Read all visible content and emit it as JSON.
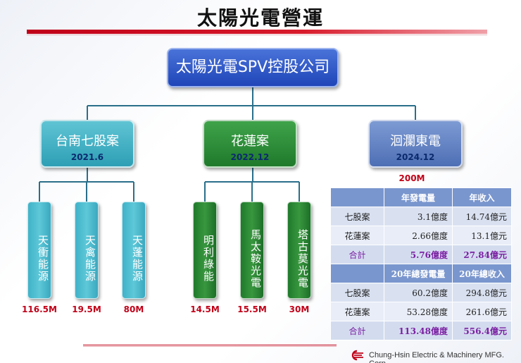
{
  "title": "太陽光電營運",
  "root": {
    "label": "太陽光電SPV控股公司"
  },
  "subsidiaries": [
    {
      "name": "台南七股案",
      "date": "2021.6"
    },
    {
      "name": "花蓮案",
      "date": "2022.12"
    },
    {
      "name": "洄瀾東電",
      "date": "2024.12",
      "capacity": "200M"
    }
  ],
  "plants": [
    {
      "name": "天衝能源",
      "capacity": "116.5M"
    },
    {
      "name": "天禽能源",
      "capacity": "19.5M"
    },
    {
      "name": "天蓬能源",
      "capacity": "80M"
    },
    {
      "name": "明利綠能",
      "capacity": "14.5M"
    },
    {
      "name": "馬太鞍光電",
      "capacity": "15.5M"
    },
    {
      "name": "塔古莫光電",
      "capacity": "30M"
    }
  ],
  "table": {
    "header1": [
      "",
      "年發電量",
      "年收入"
    ],
    "rows1": [
      [
        "七股案",
        "3.1億度",
        "14.74億元"
      ],
      [
        "花蓮案",
        "2.66億度",
        "13.1億元"
      ],
      [
        "合計",
        "5.76億度",
        "27.84億元"
      ]
    ],
    "header2": [
      "",
      "20年總發電量",
      "20年總收入"
    ],
    "rows2": [
      [
        "七股案",
        "60.2億度",
        "294.8億元"
      ],
      [
        "花蓮案",
        "53.28億度",
        "261.6億元"
      ],
      [
        "合計",
        "113.48億度",
        "556.4億元"
      ]
    ]
  },
  "footer": {
    "company": "Chung-Hsin Electric & Machinery MFG. Corp."
  },
  "colors": {
    "accent": "#c00018",
    "root": "#1f45b8",
    "teal": "#3fb2c8",
    "green": "#1f7a2b",
    "blue": "#4e6fb5",
    "total_text": "#7b1fa2"
  }
}
